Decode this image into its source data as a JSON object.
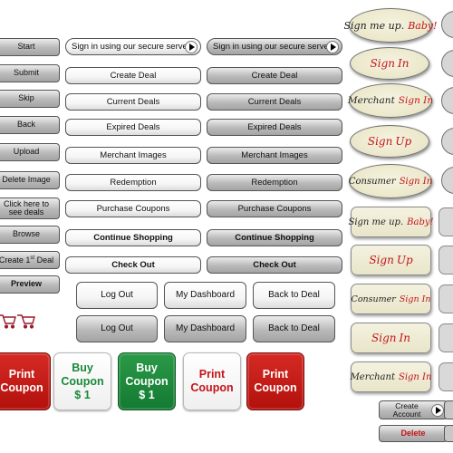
{
  "left_column": {
    "start": "Start",
    "submit": "Submit",
    "skip": "Skip",
    "back": "Back",
    "upload": "Upload",
    "delete_image": "Delete Image",
    "see_deals_line1": "Click here to",
    "see_deals_line2": "see deals",
    "browse": "Browse",
    "create_first_deal_pre": "Create 1",
    "create_first_deal_sup": "st",
    "create_first_deal_post": " Deal",
    "preview": "Preview"
  },
  "white_column": {
    "sign_in": "Sign in using our secure server",
    "create_deal": "Create Deal",
    "current_deals": "Current Deals",
    "expired_deals": "Expired Deals",
    "merchant_images": "Merchant Images",
    "redemption": "Redemption",
    "purchase_coupons": "Purchase Coupons",
    "continue_shopping": "Continue Shopping",
    "check_out": "Check Out"
  },
  "gray_column": {
    "sign_in": "Sign in using our secure server",
    "create_deal": "Create Deal",
    "current_deals": "Current Deals",
    "expired_deals": "Expired Deals",
    "merchant_images": "Merchant Images",
    "redemption": "Redemption",
    "purchase_coupons": "Purchase Coupons",
    "continue_shopping": "Continue Shopping",
    "check_out": "Check Out"
  },
  "nav_row_white": {
    "log_out": "Log Out",
    "my_dashboard": "My Dashboard",
    "back_to_deal": "Back to Deal"
  },
  "nav_row_gray": {
    "log_out": "Log Out",
    "my_dashboard": "My Dashboard",
    "back_to_deal": "Back to Deal"
  },
  "coupons": {
    "print_line1": "Print",
    "print_line2": "Coupon",
    "buy_line1": "Buy",
    "buy_line2": "Coupon",
    "buy_line3": "$ 1"
  },
  "script_ovals": {
    "sign_me_up": "Sign me up.",
    "baby": "Baby!",
    "sign_in_pre": "Sign",
    "sign_in_red": "In",
    "merchant": "Merchant",
    "merchant_sign_in": "Sign In",
    "sign_up_pre": "Sign",
    "sign_up_red": "Up",
    "consumer": "Consumer",
    "consumer_sign_in": "Sign In"
  },
  "script_rects": {
    "sign_me_up": "Sign me up.",
    "baby": "Baby!",
    "sign_up_pre": "Sign",
    "sign_up_red": "Up",
    "consumer": "Consumer",
    "consumer_sign_in": "Sign In",
    "sign_in_pre": "Sign",
    "sign_in_red": "In",
    "merchant": "Merchant",
    "merchant_sign_in": "Sign In"
  },
  "account": {
    "create_account_line1": "Create",
    "create_account_line2": "Account",
    "delete": "Delete"
  },
  "colors": {
    "red": "#c4141a",
    "green": "#168a38",
    "cream": "#ebe8cc"
  }
}
